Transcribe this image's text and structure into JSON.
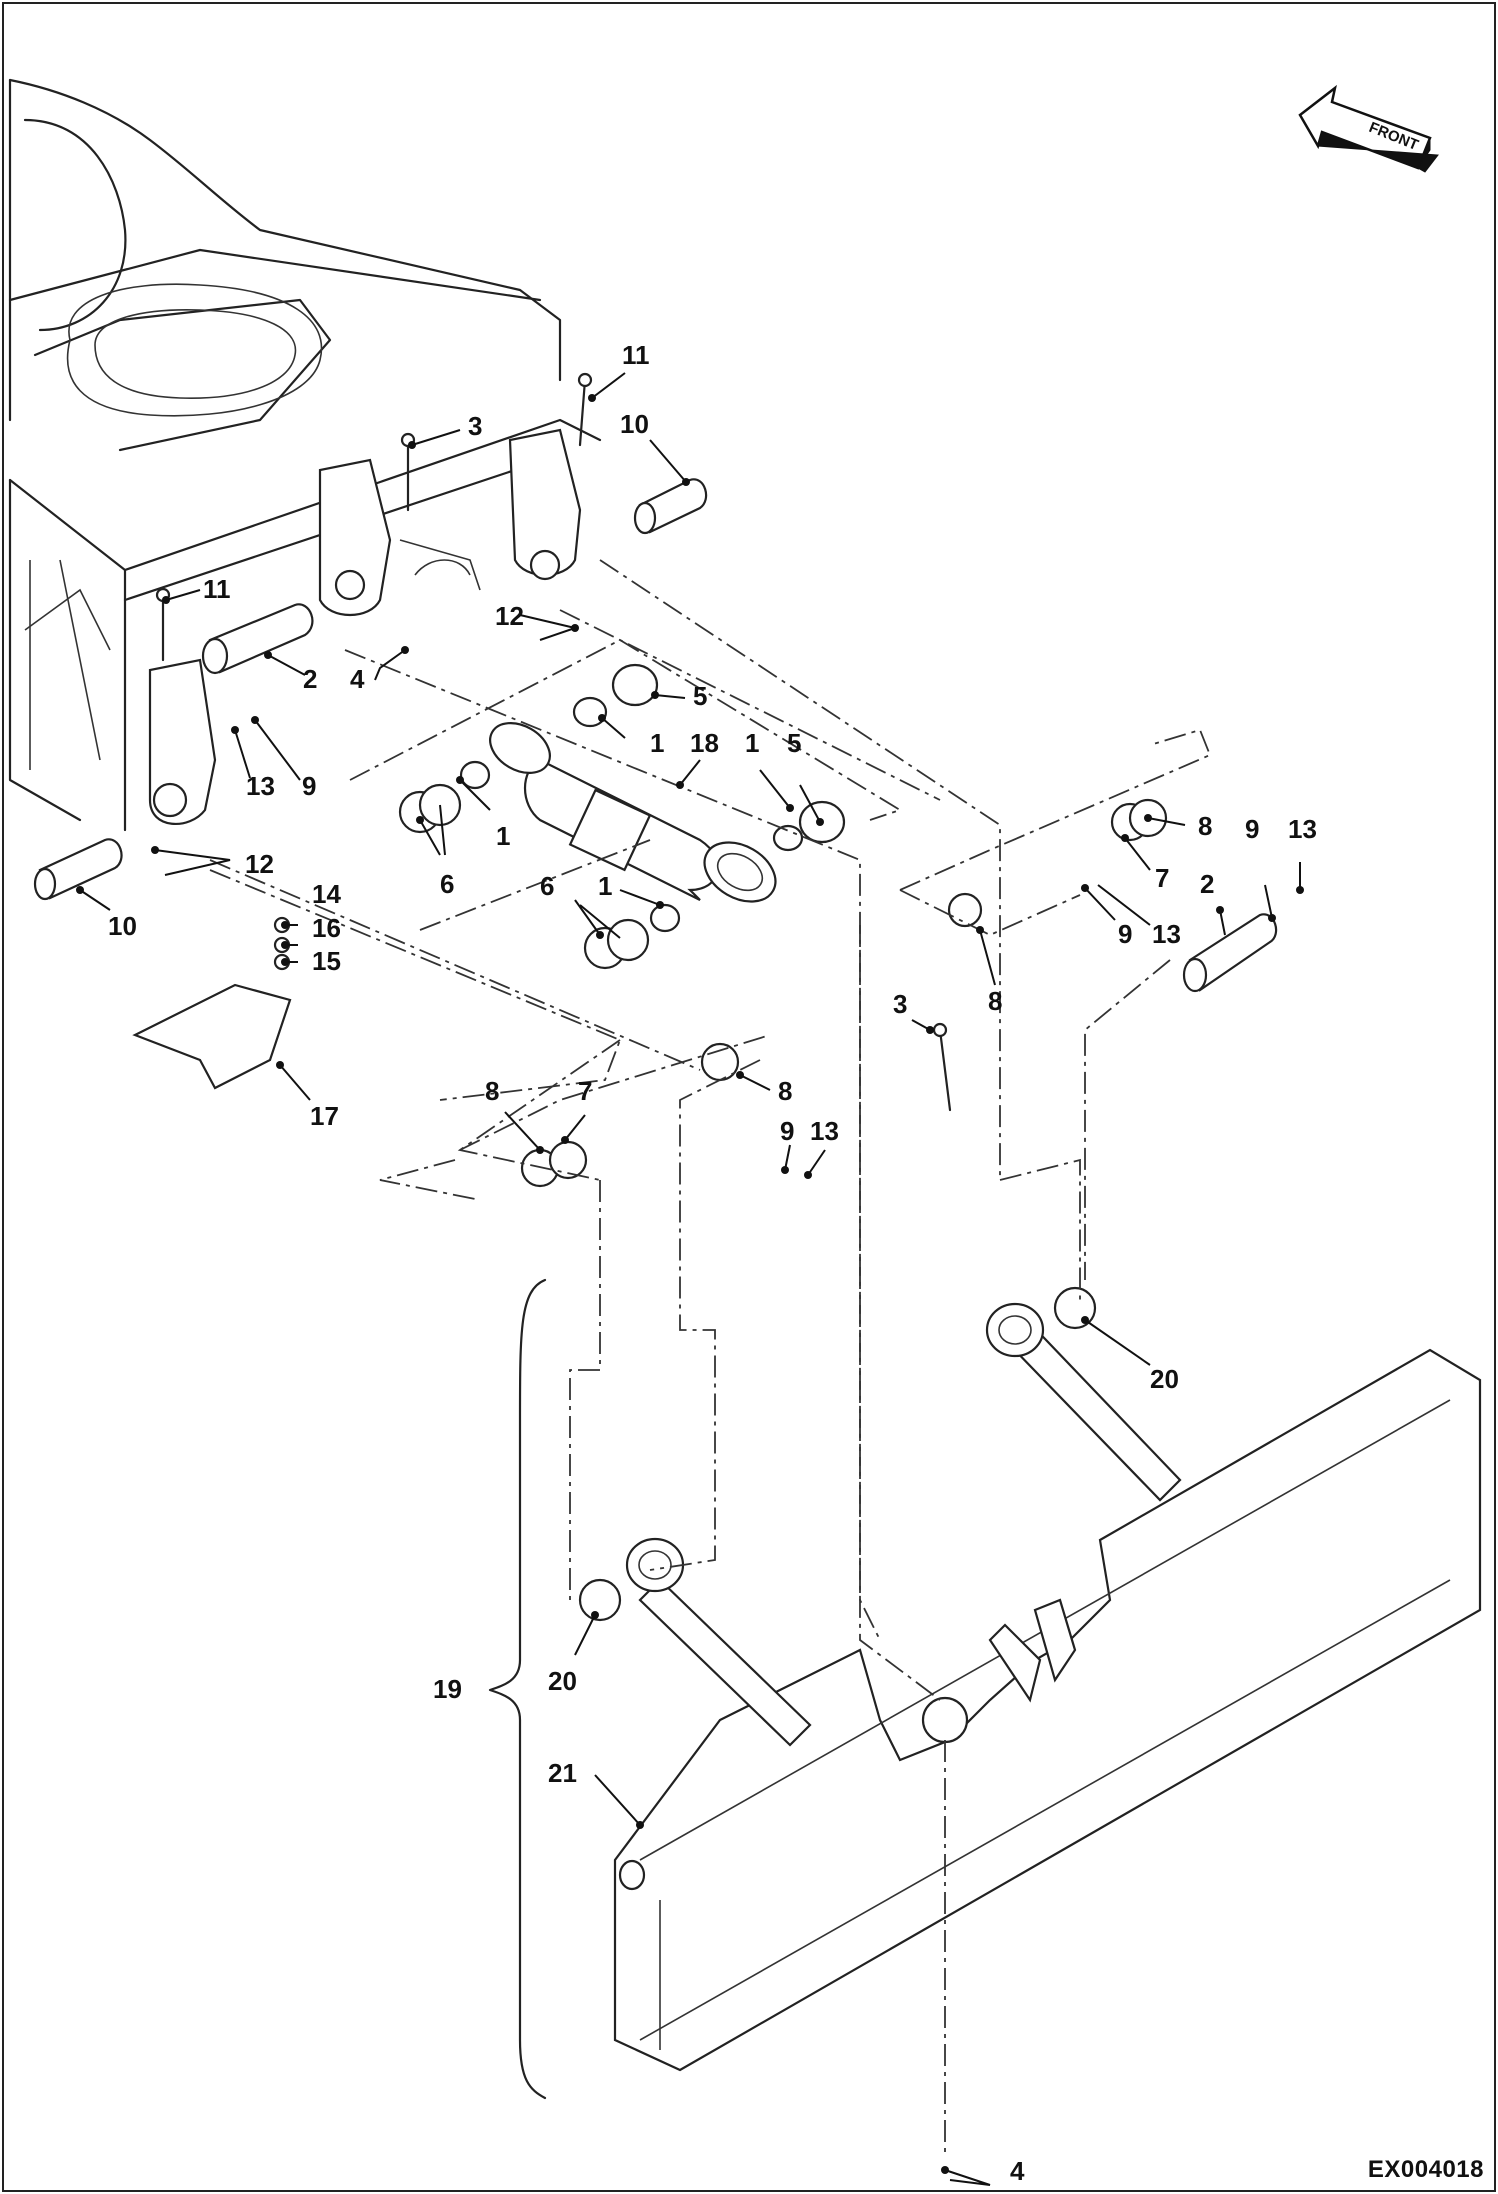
{
  "diagram": {
    "front_indicator": "FRONT",
    "reference_code": "EX004018",
    "callouts": [
      {
        "id": "c11a",
        "text": "11"
      },
      {
        "id": "c10a",
        "text": "10"
      },
      {
        "id": "c3a",
        "text": "3"
      },
      {
        "id": "c11b",
        "text": "11"
      },
      {
        "id": "c12a",
        "text": "12"
      },
      {
        "id": "c2a",
        "text": "2"
      },
      {
        "id": "c4a",
        "text": "4"
      },
      {
        "id": "c5a",
        "text": "5"
      },
      {
        "id": "c1a",
        "text": "1"
      },
      {
        "id": "c18",
        "text": "18"
      },
      {
        "id": "c1b",
        "text": "1"
      },
      {
        "id": "c5b",
        "text": "5"
      },
      {
        "id": "c13a",
        "text": "13"
      },
      {
        "id": "c9a",
        "text": "9"
      },
      {
        "id": "c1c",
        "text": "1"
      },
      {
        "id": "c6a",
        "text": "6"
      },
      {
        "id": "c12b",
        "text": "12"
      },
      {
        "id": "c10b",
        "text": "10"
      },
      {
        "id": "c14",
        "text": "14"
      },
      {
        "id": "c16",
        "text": "16"
      },
      {
        "id": "c15",
        "text": "15"
      },
      {
        "id": "c1d",
        "text": "1"
      },
      {
        "id": "c6b",
        "text": "6"
      },
      {
        "id": "c8a",
        "text": "8"
      },
      {
        "id": "c7a",
        "text": "7"
      },
      {
        "id": "c9b",
        "text": "9"
      },
      {
        "id": "c13b",
        "text": "13"
      },
      {
        "id": "c2b",
        "text": "2"
      },
      {
        "id": "c9c",
        "text": "9"
      },
      {
        "id": "c13c",
        "text": "13"
      },
      {
        "id": "c8b",
        "text": "8"
      },
      {
        "id": "c3b",
        "text": "3"
      },
      {
        "id": "c17",
        "text": "17"
      },
      {
        "id": "c8c",
        "text": "8"
      },
      {
        "id": "c7b",
        "text": "7"
      },
      {
        "id": "c8d",
        "text": "8"
      },
      {
        "id": "c9d",
        "text": "9"
      },
      {
        "id": "c13d",
        "text": "13"
      },
      {
        "id": "c20a",
        "text": "20"
      },
      {
        "id": "c19",
        "text": "19"
      },
      {
        "id": "c20b",
        "text": "20"
      },
      {
        "id": "c21",
        "text": "21"
      },
      {
        "id": "c4b",
        "text": "4"
      }
    ]
  }
}
